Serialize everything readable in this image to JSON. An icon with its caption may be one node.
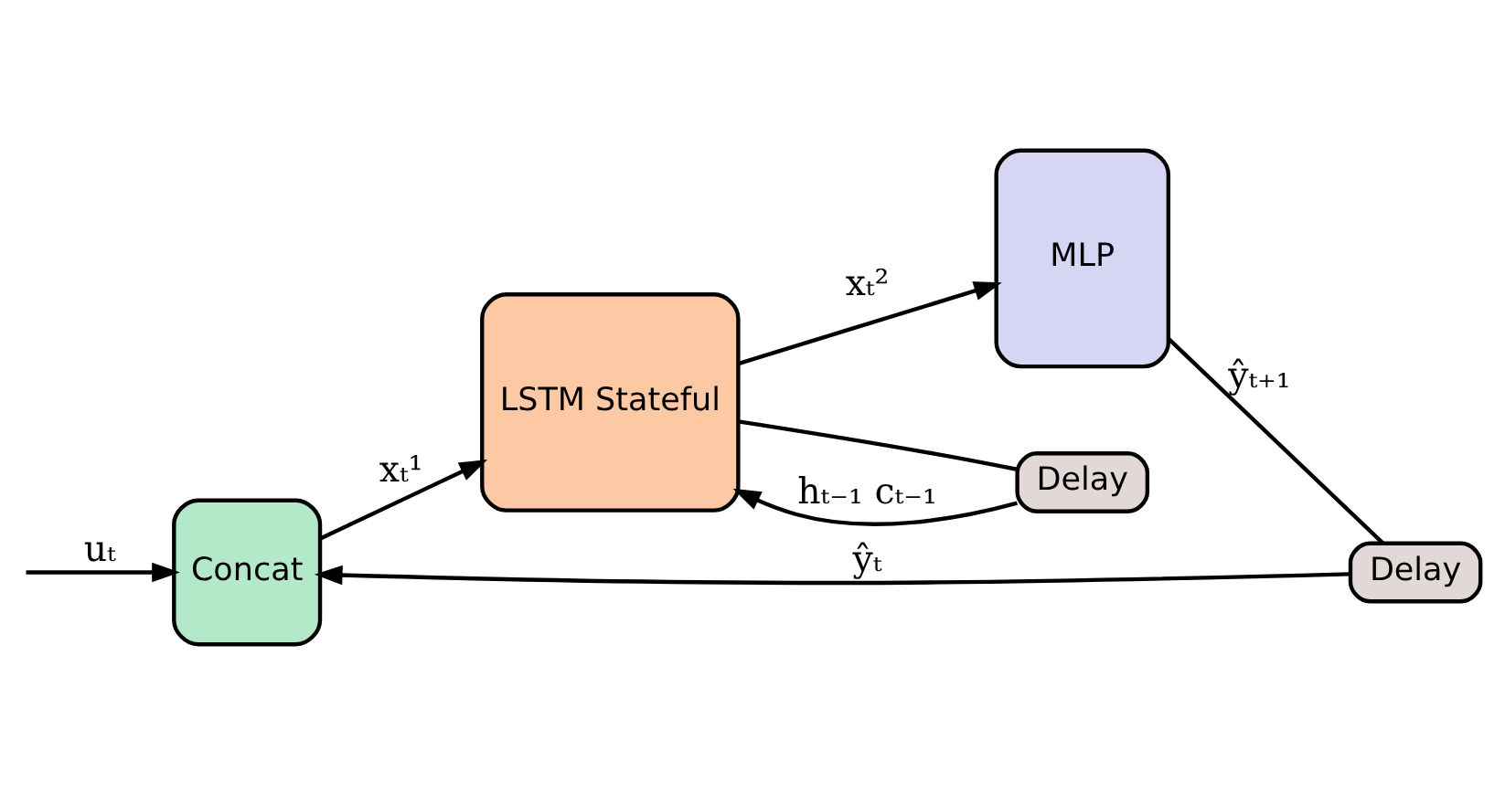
{
  "diagram": {
    "nodes": [
      {
        "text": [
          "Concat"
        ]
      },
      {
        "text": [
          "LSTM Stateful"
        ]
      },
      {
        "text": [
          "MLP"
        ]
      },
      {
        "text": [
          "Delay"
        ]
      },
      {
        "text": [
          "Delay"
        ]
      }
    ],
    "edges": [
      {
        "from": null,
        "to": 0,
        "arrow": "to",
        "label": "uₜ"
      },
      {
        "from": 4,
        "to": 0,
        "arrow": "to",
        "label": "ŷₜ"
      },
      {
        "from": 0,
        "to": 1,
        "arrow": "to",
        "label": "xₜ¹"
      },
      {
        "from": 1,
        "to": 2,
        "arrow": "to",
        "label": "xₜ²"
      },
      {
        "from": 1,
        "to": 3,
        "arrow": "none"
      },
      {
        "from": 3,
        "to": 1,
        "arrow": "to",
        "label": "hₜ₋₁ cₜ₋₁"
      },
      {
        "from": 2,
        "to": 4,
        "arrow": "none",
        "label": "ŷₜ₊₁"
      }
    ]
  }
}
